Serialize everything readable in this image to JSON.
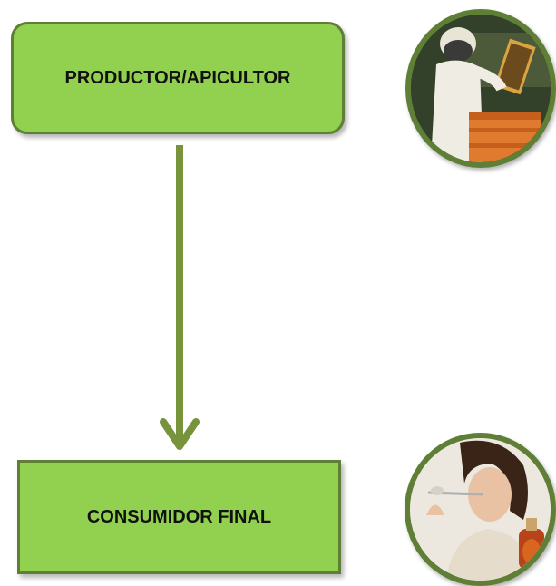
{
  "diagram": {
    "nodes": [
      {
        "id": "producer",
        "label": "PRODUCTOR/APICULTOR"
      },
      {
        "id": "consumer",
        "label": "CONSUMIDOR FINAL"
      }
    ],
    "edges": [
      {
        "from": "producer",
        "to": "consumer"
      }
    ]
  },
  "images": {
    "producer_photo": "beekeeper-photo",
    "consumer_photo": "woman-tasting-honey-photo"
  },
  "colors": {
    "box_fill": "#92d050",
    "box_border": "#5f7f36",
    "arrow": "#77933c",
    "photo_ring": "#5f7f36"
  }
}
